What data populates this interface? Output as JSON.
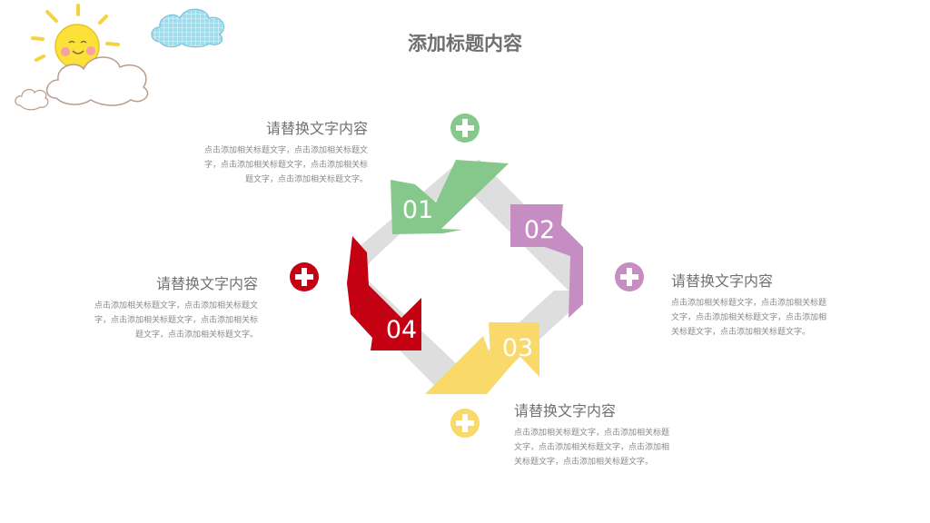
{
  "title": "添加标题内容",
  "colors": {
    "green": "#86c78c",
    "purple": "#c58dc1",
    "yellow": "#f8d96a",
    "red": "#c40013",
    "grey": "#dedede",
    "text": "#707070"
  },
  "steps": [
    {
      "number": "01",
      "heading": "请替换文字内容",
      "body_lines": [
        "点击添加相关标题文字，点击添加相关标题文",
        "字，点击添加相关标题文字，点击添加相关标",
        "题文字，点击添加相关标题文字。"
      ]
    },
    {
      "number": "02",
      "heading": "请替换文字内容",
      "body_lines": [
        "点击添加相关标题文字，点击添加相关标题",
        "文字，点击添加相关标题文字，点击添加相",
        "关标题文字，点击添加相关标题文字。"
      ]
    },
    {
      "number": "03",
      "heading": "请替换文字内容",
      "body_lines": [
        "点击添加相关标题文字，点击添加相关标题",
        "文字，点击添加相关标题文字，点击添加相",
        "关标题文字，点击添加相关标题文字。"
      ]
    },
    {
      "number": "04",
      "heading": "请替换文字内容",
      "body_lines": [
        "点击添加相关标题文字，点击添加相关标题文",
        "字，点击添加相关标题文字，点击添加相关标",
        "题文字，点击添加相关标题文字。"
      ]
    }
  ],
  "icons": {
    "plus": "plus-circle-icon",
    "sun": "sun-icon",
    "cloud": "cloud-icon"
  }
}
